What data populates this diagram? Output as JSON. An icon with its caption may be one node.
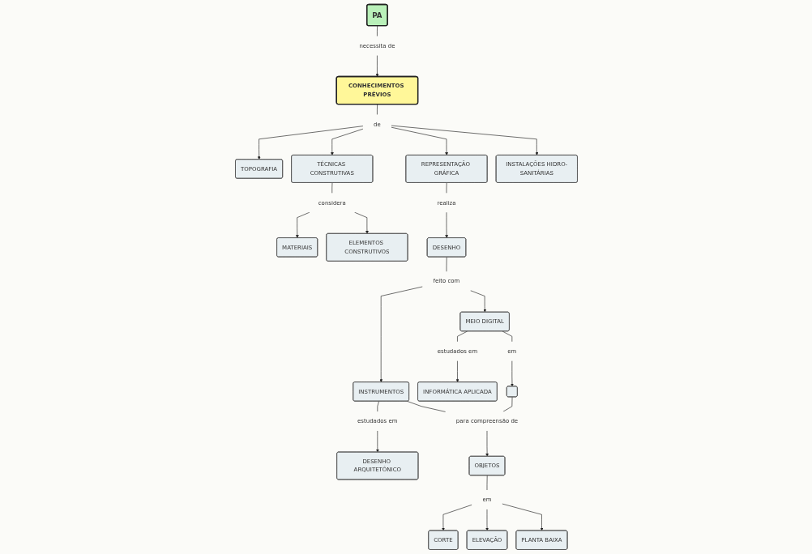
{
  "diagram": {
    "nodes": [
      {
        "text": [
          "PA"
        ]
      },
      {
        "text": [
          "necessita de"
        ]
      },
      {
        "text": [
          "CONHECIMENTOS PRÉVIOS"
        ]
      },
      {
        "text": [
          "de"
        ]
      },
      {
        "text": [
          "TÉCNICAS CONSTRUTIVAS"
        ]
      },
      {
        "text": [
          "TOPOGRAFIA"
        ]
      },
      {
        "text": [
          "REPRESENTAÇÃO GRÁFICA"
        ]
      },
      {
        "text": [
          "considera"
        ]
      },
      {
        "text": [
          "MATERIAIS"
        ]
      },
      {
        "text": [
          "INSTALAÇÕES HIDRO-SANITÁRIAS"
        ]
      },
      {
        "text": [
          "ELEMENTOS CONSTRUTIVOS"
        ]
      },
      {
        "text": [
          "realiza"
        ]
      },
      {
        "text": [
          "DESENHO"
        ]
      },
      {
        "text": [
          "DESENHO ARQUITETÔNICO"
        ]
      },
      {
        "text": [
          "INFORMÁTICA APLICADA"
        ]
      },
      {
        "text": [
          "feito com"
        ]
      },
      {
        "text": [
          "estudados em"
        ]
      },
      {
        "text": [
          "estudados em"
        ]
      },
      {
        "text": [
          "CORTE"
        ]
      },
      {
        "text": [
          "MEIO DIGITAL"
        ]
      },
      {
        "text": [
          "INSTRUMENTOS"
        ]
      },
      {
        "text": [
          "em"
        ]
      },
      {
        "text": [
          "em"
        ]
      },
      {
        "text": [
          "ELEVAÇÃO"
        ]
      },
      {
        "text": [
          "OBJETOS"
        ]
      },
      {
        "text": [],
        "shape": "box"
      },
      {
        "text": [
          "PLANTA BAIXA"
        ]
      },
      {
        "text": [
          "para compreensão de"
        ]
      }
    ],
    "edges": [
      {
        "from": 0,
        "to": 1,
        "arrow": "none"
      },
      {
        "from": 1,
        "to": 2,
        "arrow": "to"
      },
      {
        "from": 2,
        "to": 3,
        "arrow": "none"
      },
      {
        "from": 3,
        "to": 5,
        "arrow": "to"
      },
      {
        "from": 3,
        "to": 4,
        "arrow": "to"
      },
      {
        "from": 3,
        "to": 6,
        "arrow": "to"
      },
      {
        "from": 3,
        "to": 9,
        "arrow": "to"
      },
      {
        "from": 4,
        "to": 7,
        "arrow": "none"
      },
      {
        "from": 7,
        "to": 8,
        "arrow": "to"
      },
      {
        "from": 7,
        "to": 10,
        "arrow": "to"
      },
      {
        "from": 6,
        "to": 11,
        "arrow": "none"
      },
      {
        "from": 11,
        "to": 12,
        "arrow": "to"
      },
      {
        "from": 12,
        "to": 15,
        "arrow": "none"
      },
      {
        "from": 15,
        "to": 20,
        "arrow": "to"
      },
      {
        "from": 15,
        "to": 19,
        "arrow": "to"
      },
      {
        "from": 20,
        "to": 16,
        "arrow": "none"
      },
      {
        "from": 16,
        "to": 13,
        "arrow": "to"
      },
      {
        "from": 19,
        "to": 17,
        "arrow": "none"
      },
      {
        "from": 17,
        "to": 14,
        "arrow": "to"
      },
      {
        "from": 19,
        "to": 21,
        "arrow": "none"
      },
      {
        "from": 21,
        "to": 25,
        "arrow": "to"
      },
      {
        "from": 24,
        "to": 22,
        "arrow": "none"
      },
      {
        "from": 22,
        "to": 18,
        "arrow": "to"
      },
      {
        "from": 22,
        "to": 23,
        "arrow": "to"
      },
      {
        "from": 22,
        "to": 26,
        "arrow": "to"
      },
      {
        "from": 20,
        "to": 27,
        "arrow": "none"
      },
      {
        "from": 25,
        "to": 27,
        "arrow": "none"
      },
      {
        "from": 27,
        "to": 24,
        "arrow": "to"
      }
    ]
  }
}
